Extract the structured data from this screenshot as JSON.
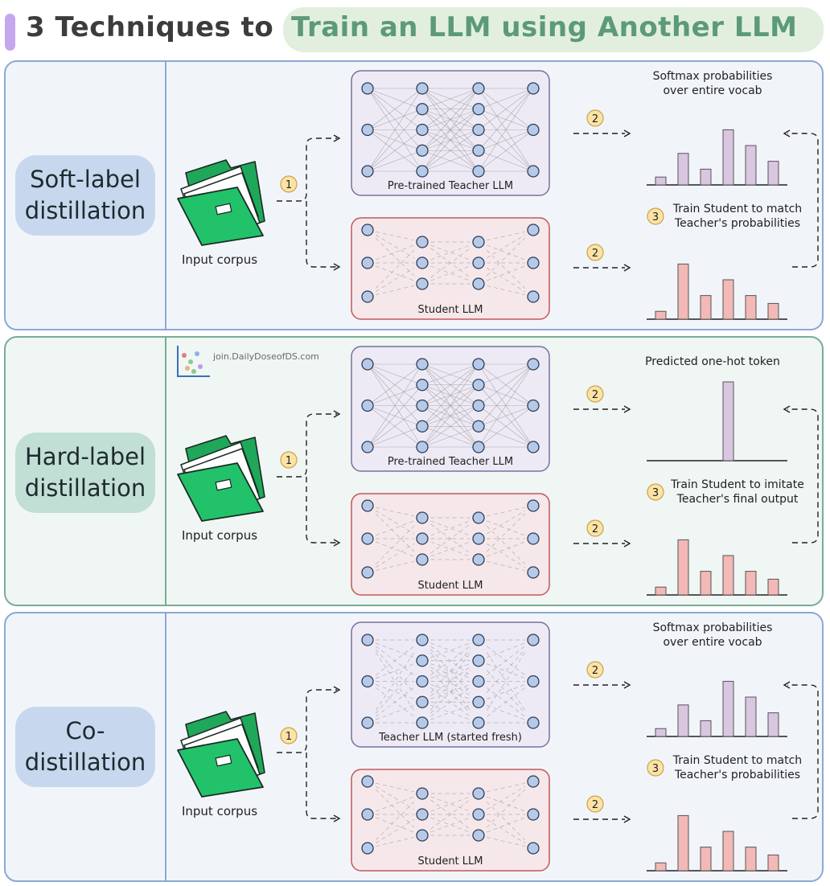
{
  "title": {
    "prefix": "3 Techniques to",
    "highlight": "Train an LLM using Another LLM"
  },
  "watermark": "join.DailyDoseofDS.com",
  "colors": {
    "teacher_bars": "#d9c6e0",
    "student_bars": "#f2b9b7",
    "teacher_box": "#7e6e9e",
    "student_box": "#c4575a",
    "node_fill": "#b6c9e8",
    "folder": "#22c26a",
    "step_circle": "#fbe3a6"
  },
  "sections": [
    {
      "label": "Soft-label\ndistillation",
      "corpus_label": "Input corpus",
      "teacher_label": "Pre-trained Teacher LLM",
      "student_label": "Student LLM",
      "output_label": "Softmax probabilities\nover entire vocab",
      "train_label": "Train Student to match\nTeacher's probabilities",
      "step1": "1",
      "step2": "2",
      "step3": "3",
      "teacher_dense": true,
      "teacher_values": [
        0.1,
        0.4,
        0.2,
        0.7,
        0.5,
        0.3
      ],
      "student_values": [
        0.1,
        0.7,
        0.3,
        0.5,
        0.3,
        0.2
      ]
    },
    {
      "label": "Hard-label\ndistillation",
      "corpus_label": "Input corpus",
      "teacher_label": "Pre-trained Teacher LLM",
      "student_label": "Student LLM",
      "output_label": "Predicted one-hot token",
      "train_label": "Train Student to imitate\nTeacher's final output",
      "step1": "1",
      "step2": "2",
      "step3": "3",
      "teacher_dense": true,
      "teacher_values": [
        0,
        0,
        0,
        1.0,
        0,
        0
      ],
      "student_values": [
        0.1,
        0.7,
        0.3,
        0.5,
        0.3,
        0.2
      ]
    },
    {
      "label": "Co-\ndistillation",
      "corpus_label": "Input corpus",
      "teacher_label": "Teacher LLM (started fresh)",
      "student_label": "Student LLM",
      "output_label": "Softmax probabilities\nover entire vocab",
      "train_label": "Train Student to match\nTeacher's probabilities",
      "step1": "1",
      "step2": "2",
      "step3": "3",
      "teacher_dense": false,
      "teacher_values": [
        0.1,
        0.4,
        0.2,
        0.7,
        0.5,
        0.3
      ],
      "student_values": [
        0.1,
        0.7,
        0.3,
        0.5,
        0.3,
        0.2
      ]
    }
  ]
}
